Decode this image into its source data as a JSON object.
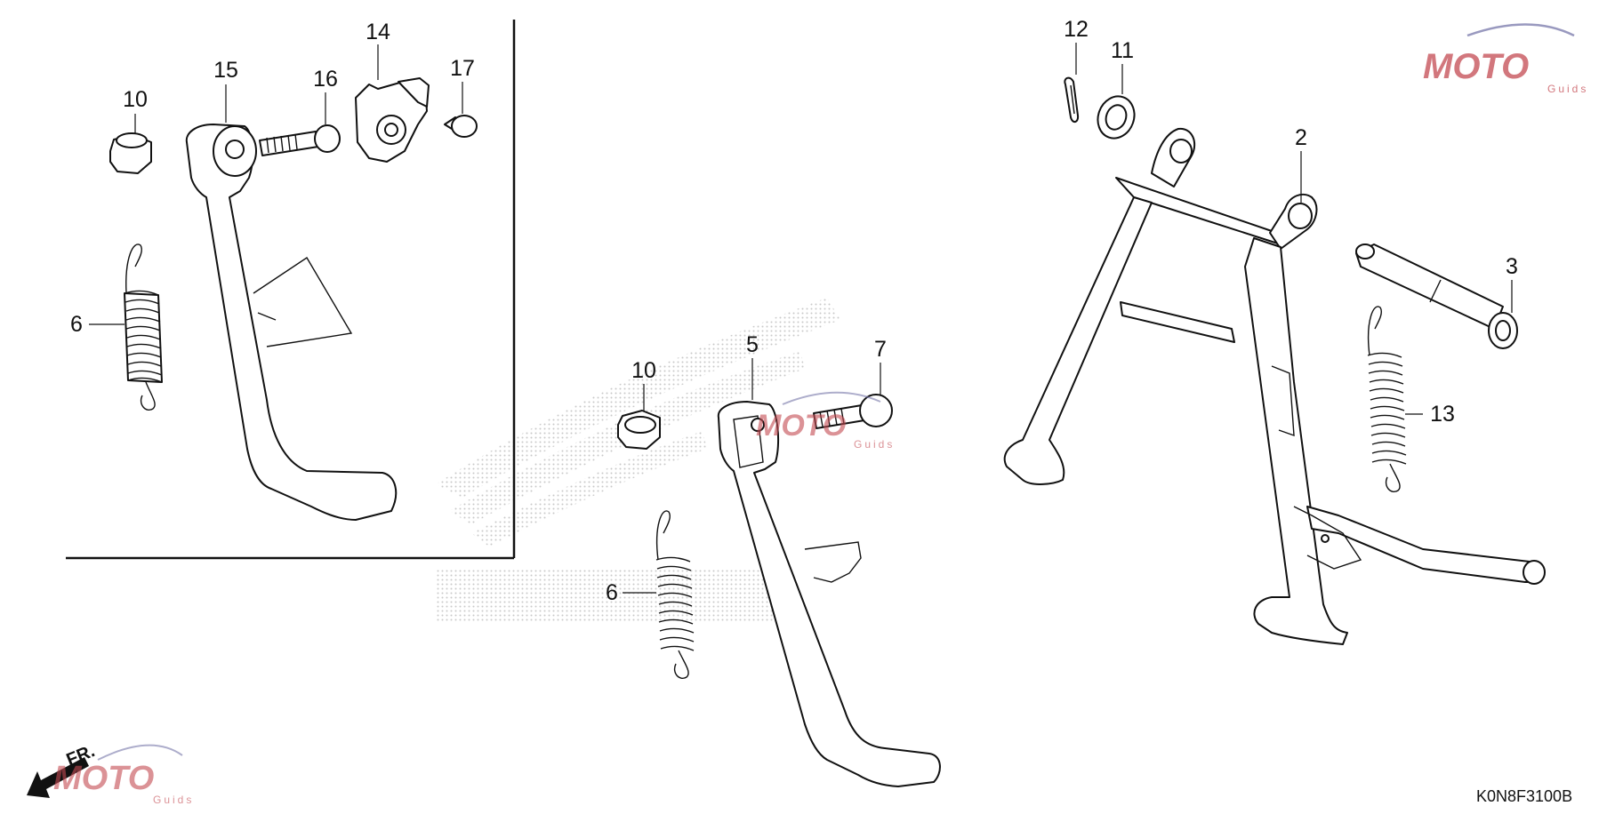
{
  "diagram_code": "K0N8F3100B",
  "front_arrow_label": "FR.",
  "watermark": {
    "text": "MOTO",
    "sub": "Guids",
    "color": "#c44a52",
    "arc_color": "#7777aa"
  },
  "callouts": {
    "left_panel": [
      "10",
      "15",
      "14",
      "16",
      "17",
      "6"
    ],
    "center": [
      "10",
      "5",
      "7",
      "6"
    ],
    "right": [
      "12",
      "11",
      "2",
      "3",
      "13"
    ]
  },
  "colors": {
    "line": "#111111",
    "background": "#ffffff",
    "dot_pattern": "#bbbbbb"
  }
}
